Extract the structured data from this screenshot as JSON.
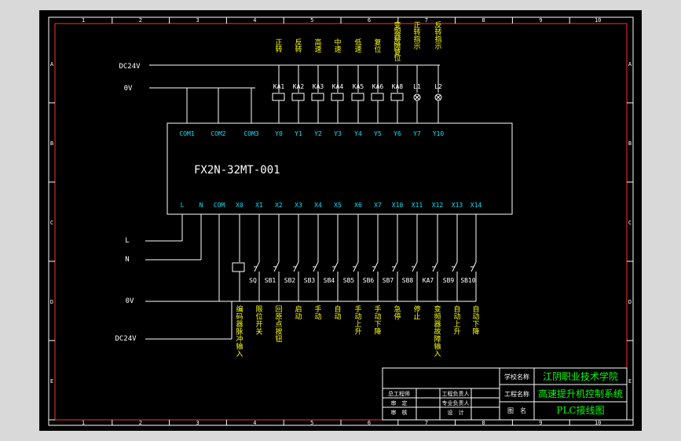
{
  "rails": {
    "dc24v_top": "DC24V",
    "v0_top": "0V",
    "L": "L",
    "N": "N",
    "v0_bottom": "0V",
    "dc24v_bottom": "DC24V"
  },
  "plc": {
    "model": "FX2N-32MT-001",
    "top_terminals": [
      "COM1",
      "COM2",
      "COM3",
      "Y0",
      "Y1",
      "Y2",
      "Y3",
      "Y4",
      "Y5",
      "Y6",
      "Y7",
      "Y10"
    ],
    "bottom_terminals": [
      "L",
      "N",
      "COM",
      "X0",
      "X1",
      "X2",
      "X3",
      "X4",
      "X5",
      "X6",
      "X7",
      "X10",
      "X11",
      "X12",
      "X13",
      "X14"
    ]
  },
  "outputs": [
    "KA1",
    "KA2",
    "KA3",
    "KA4",
    "KA5",
    "KA6",
    "KA8",
    "L1",
    "L2"
  ],
  "output_labels": [
    "正转",
    "反转",
    "高速",
    "中速",
    "低速",
    "复位",
    "变频器故障复位",
    "正转指示",
    "反转指示"
  ],
  "inputs": [
    "SQ",
    "SB1",
    "SB2",
    "SB3",
    "SB4",
    "SB5",
    "SB6",
    "SB7",
    "SB8",
    "KA7",
    "SB9",
    "SB10"
  ],
  "input_labels": [
    "编码器脉冲输入",
    "限位开关",
    "回原点按钮",
    "启动",
    "手动",
    "自动",
    "手动上升",
    "手动下降",
    "急停",
    "停止",
    "变频器故障输入",
    "自动上升",
    "自动下降"
  ],
  "grid": {
    "cols": [
      "1",
      "2",
      "3",
      "4",
      "5",
      "6",
      "7",
      "8",
      "9",
      "10"
    ],
    "rows": [
      "A",
      "B",
      "C",
      "D",
      "E"
    ]
  },
  "title_block": {
    "school_label": "学校名称",
    "school": "江阴职业技术学院",
    "project_label": "工程名称",
    "project": "高速提升机控制系统",
    "drawing_label": "图　名",
    "drawing": "PLC接线图",
    "roles": [
      "总工程师",
      "工程负责人",
      "审　定",
      "专业负责人",
      "审　核",
      "设　计"
    ]
  }
}
